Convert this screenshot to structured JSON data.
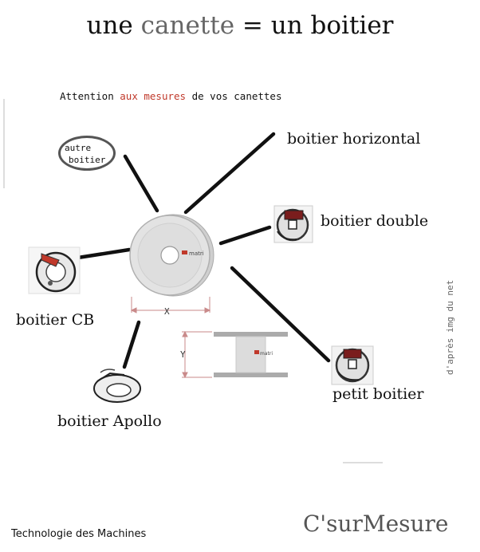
{
  "title": {
    "part1": "une ",
    "accent": "canette",
    "part2": " = un boitier"
  },
  "attention": {
    "before": "Attention ",
    "highlight": "aux mesures",
    "after": " de vos canettes"
  },
  "other_case": {
    "line1": "autre",
    "line2": "boitier"
  },
  "labels": {
    "horizontal": "boitier horizontal",
    "double": "boitier double",
    "cb": "boitier CB",
    "apollo": "boitier Apollo",
    "petit": "petit boitier"
  },
  "dimensions": {
    "x": "X",
    "y": "Y"
  },
  "bobbin_brand": "matri",
  "credit": "d'après img du net",
  "footer": {
    "left": "Technologie des Machines",
    "brand": "C'surMesure"
  },
  "colors": {
    "accent_red": "#c0392b",
    "line": "#111111",
    "bobbin": "#d9d9d9"
  }
}
